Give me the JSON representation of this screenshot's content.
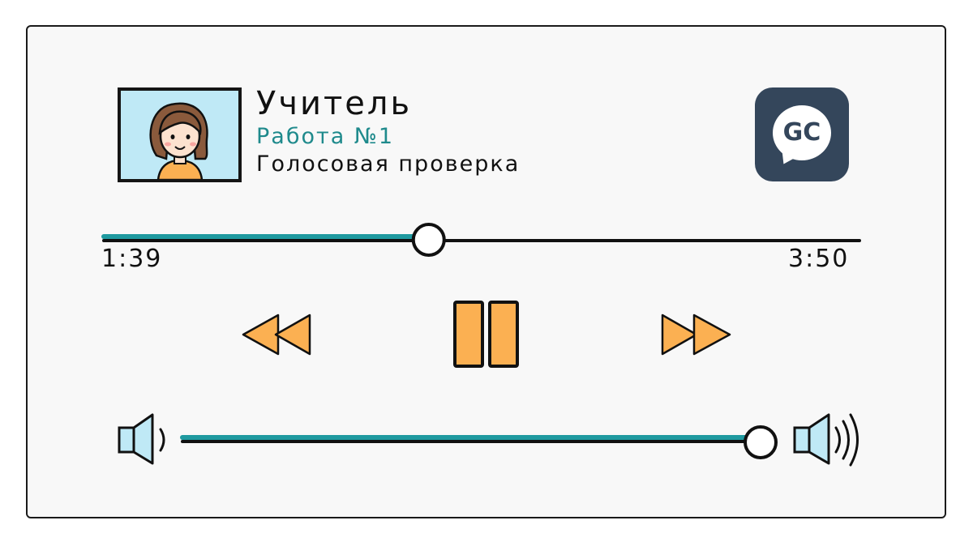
{
  "track": {
    "title": "Учитель",
    "subtitle": "Работа №1",
    "description": "Голосовая проверка"
  },
  "logo": {
    "text": "GC",
    "color": "#34465b"
  },
  "progress": {
    "current": "1:39",
    "total": "3:50",
    "fraction": 0.43
  },
  "volume": {
    "fraction": 1.0
  },
  "colors": {
    "accent": "#1f9aa0",
    "controls": "#fbb052",
    "avatar_bg": "#bfe9f6",
    "speaker": "#bfe9f6"
  },
  "icons": [
    "teacher-avatar-icon",
    "rewind-icon",
    "pause-icon",
    "fast-forward-icon",
    "volume-low-icon",
    "volume-high-icon"
  ]
}
